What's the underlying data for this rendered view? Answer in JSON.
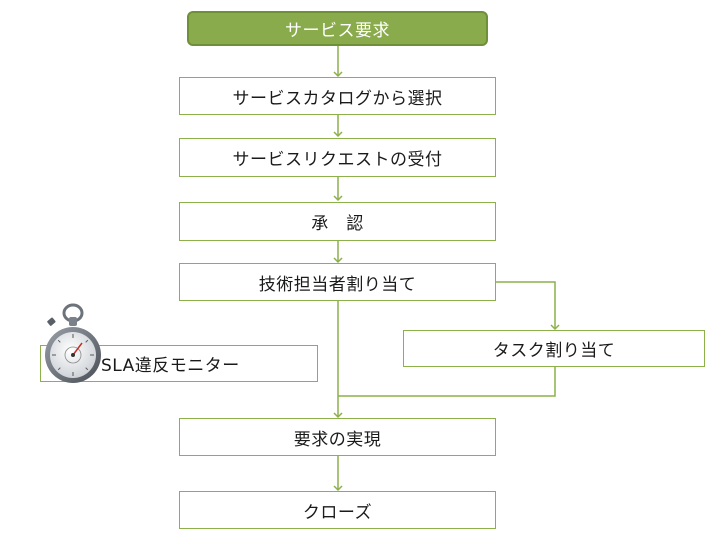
{
  "colors": {
    "accent": "#8aab4c",
    "line": "#8cb04a",
    "text": "#1a1a1a"
  },
  "nodes": {
    "start": "サービス要求",
    "catalog": "サービスカタログから選択",
    "accept": "サービスリクエストの受付",
    "approve": "承　認",
    "assign": "技術担当者割り当て",
    "task": "タスク割り当て",
    "sla": "SLA違反モニター",
    "fulfill": "要求の実現",
    "close": "クローズ"
  },
  "icons": {
    "sla": "stopwatch-icon"
  }
}
